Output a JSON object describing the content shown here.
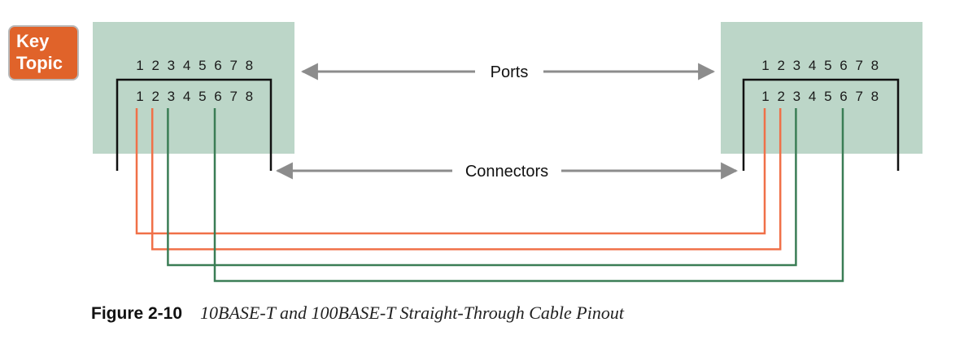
{
  "badge": {
    "line1": "Key",
    "line2": "Topic"
  },
  "left_device": {
    "port_pins": [
      "1",
      "2",
      "3",
      "4",
      "5",
      "6",
      "7",
      "8"
    ],
    "connector_pins": [
      "1",
      "2",
      "3",
      "4",
      "5",
      "6",
      "7",
      "8"
    ]
  },
  "right_device": {
    "port_pins": [
      "1",
      "2",
      "3",
      "4",
      "5",
      "6",
      "7",
      "8"
    ],
    "connector_pins": [
      "1",
      "2",
      "3",
      "4",
      "5",
      "6",
      "7",
      "8"
    ]
  },
  "arrows": {
    "ports_label": "Ports",
    "connectors_label": "Connectors"
  },
  "wires": [
    {
      "from_pin": 1,
      "to_pin": 1,
      "color": "#f07048"
    },
    {
      "from_pin": 2,
      "to_pin": 2,
      "color": "#f07048"
    },
    {
      "from_pin": 3,
      "to_pin": 3,
      "color": "#3a7d55"
    },
    {
      "from_pin": 6,
      "to_pin": 6,
      "color": "#3a7d55"
    }
  ],
  "colors": {
    "badge": "#e0632a",
    "port_fill": "#bcd6c8",
    "arrow": "#8c8c8c"
  },
  "caption": {
    "label": "Figure 2-10",
    "title": "10BASE-T and 100BASE-T Straight-Through Cable Pinout"
  }
}
